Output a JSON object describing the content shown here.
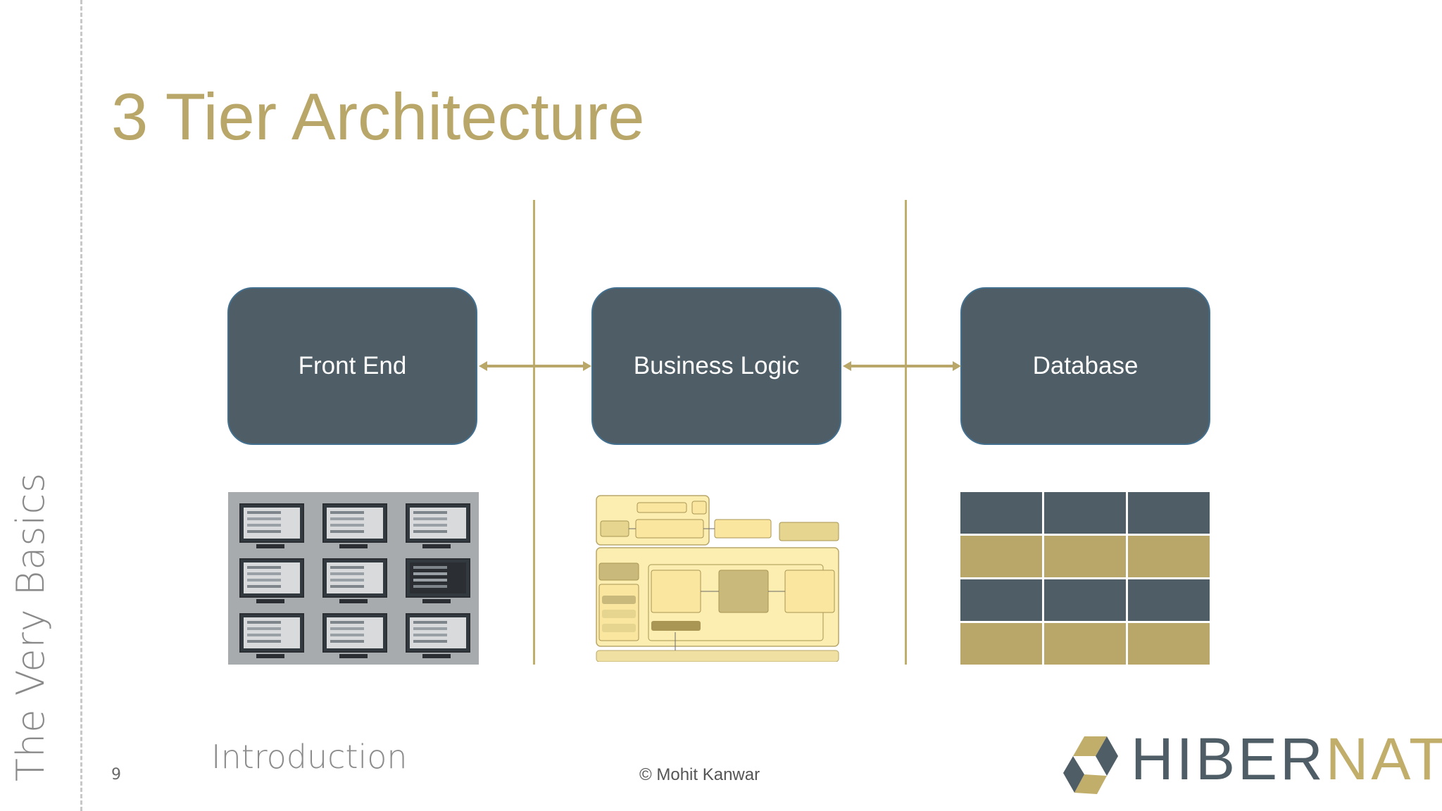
{
  "slide": {
    "title": "3 Tier Architecture",
    "side_label": "The Very Basics",
    "section": "Introduction",
    "page_number": "9",
    "copyright": "© Mohit Kanwar"
  },
  "tiers": [
    {
      "label": "Front End"
    },
    {
      "label": "Business Logic"
    },
    {
      "label": "Database"
    }
  ],
  "logo": {
    "text_part1": "HIBER",
    "text_part2": "NATE"
  },
  "colors": {
    "accent_gold": "#b9a76a",
    "tier_box": "#4f5d66",
    "text_gray": "#8c8c8c"
  }
}
